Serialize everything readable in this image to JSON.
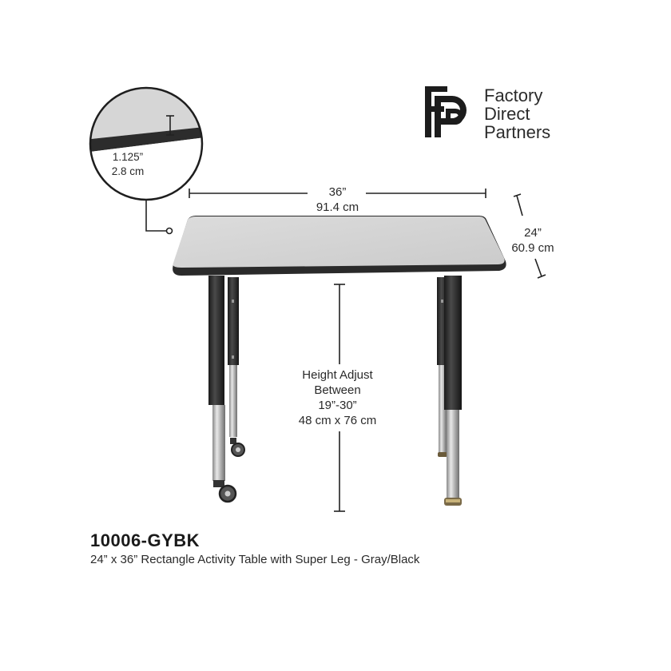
{
  "brand": {
    "logo_lines": [
      "Factory",
      "Direct",
      "Partners"
    ],
    "logo_mark": "FDP-monogram"
  },
  "edge_detail": {
    "thickness_in": "1.125”",
    "thickness_cm": "2.8 cm"
  },
  "dimensions": {
    "width_in": "36”",
    "width_cm": "91.4 cm",
    "depth_in": "24”",
    "depth_cm": "60.9 cm",
    "height_lines": [
      "Height Adjust",
      "Between",
      "19”-30”",
      "48 cm x 76 cm"
    ]
  },
  "product": {
    "sku": "10006-GYBK",
    "description": "24” x 36” Rectangle Activity Table with Super Leg - Gray/Black"
  },
  "colors": {
    "tabletop": "#d4d4d4",
    "edge_band": "#2a2a2a",
    "legs_upper": "#2b2b2b",
    "legs_lower": "#b9b9b9"
  }
}
